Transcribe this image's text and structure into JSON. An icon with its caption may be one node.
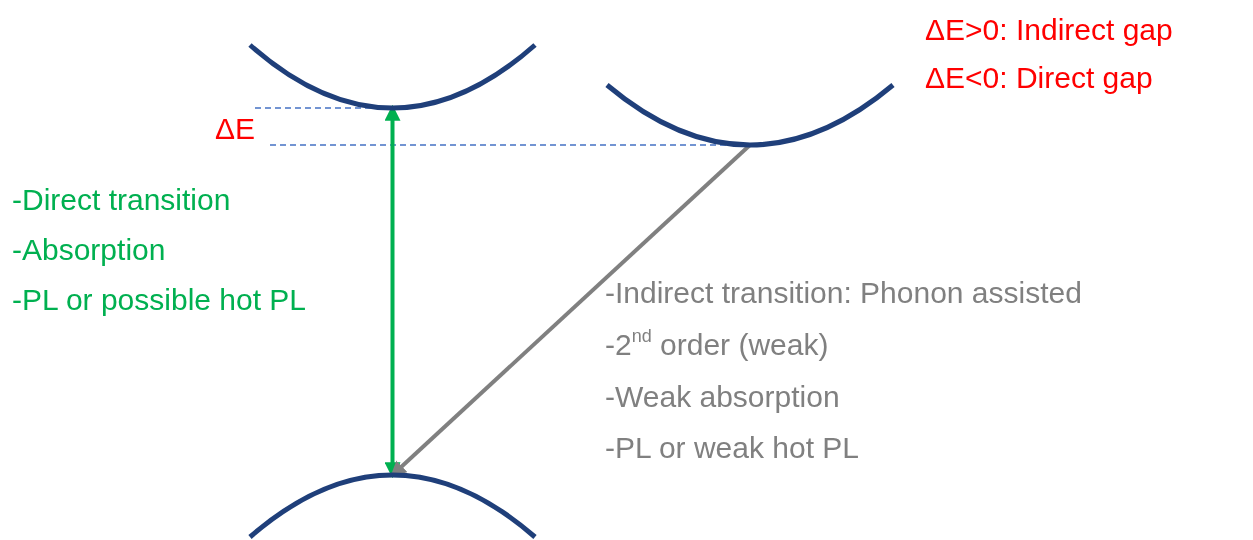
{
  "diagram": {
    "nodes": [
      {
        "text": [],
        "shape": "arc"
      },
      {
        "text": [],
        "shape": "arc"
      },
      {
        "text": [],
        "shape": "arc"
      }
    ],
    "edges": [
      {
        "from": 0,
        "to": 2,
        "arrow": "both",
        "color": "#00b050"
      },
      {
        "from": 1,
        "to": 2,
        "arrow": "to",
        "color": "#808080"
      }
    ],
    "labels": [
      "ΔE>0: Indirect gap",
      "ΔE<0: Direct gap",
      "ΔE",
      "-Direct transition",
      "-Absorption",
      "-PL or possible hot PL",
      "-Indirect transition: Phonon assisted",
      "-2$^{nd}$ order (weak)",
      "-Weak absorption",
      "-PL or weak hot PL"
    ]
  }
}
